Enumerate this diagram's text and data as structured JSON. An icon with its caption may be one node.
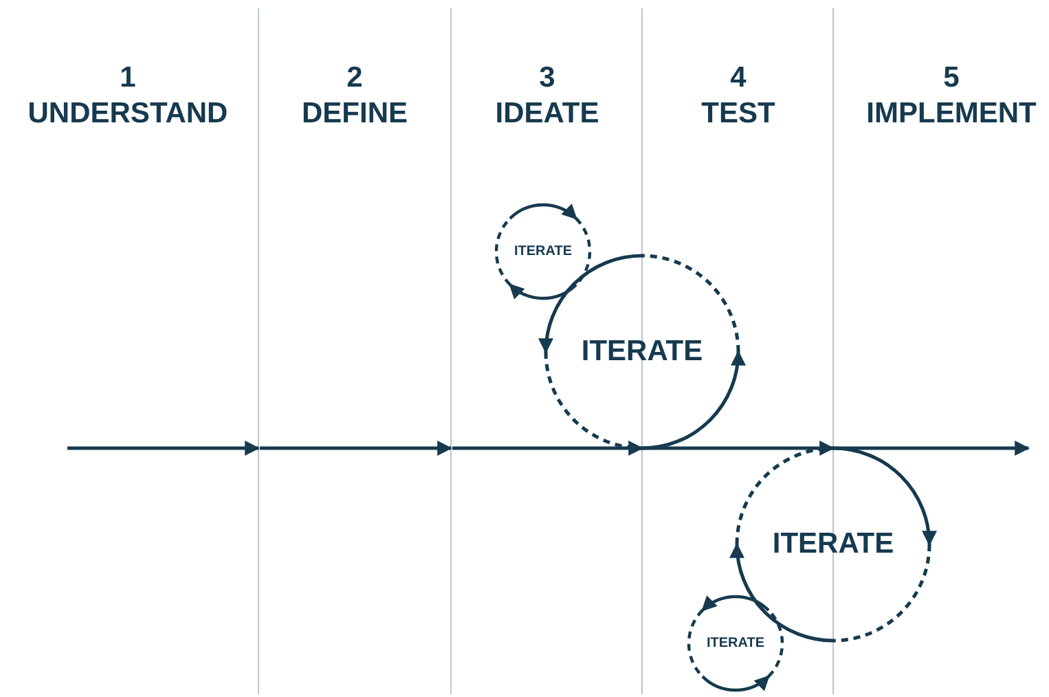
{
  "diagram": {
    "nodes": [
      {
        "text": [
          "1",
          "UNDERSTAND"
        ]
      },
      {
        "text": [
          "2",
          "DEFINE"
        ]
      },
      {
        "text": [
          "3",
          "IDEATE"
        ]
      },
      {
        "text": [
          "4",
          "TEST"
        ]
      },
      {
        "text": [
          "5",
          "IMPLEMENT"
        ]
      },
      {
        "text": [
          "ITERATE"
        ]
      },
      {
        "text": [
          "ITERATE"
        ]
      },
      {
        "text": [
          "ITERATE"
        ]
      },
      {
        "text": [
          "ITERATE"
        ]
      }
    ],
    "edges": [
      {
        "from": null,
        "to": 6,
        "arrow": "to"
      },
      {
        "from": 6,
        "to": 7,
        "arrow": "to"
      },
      {
        "from": 7,
        "to": null,
        "arrow": "to"
      }
    ]
  }
}
